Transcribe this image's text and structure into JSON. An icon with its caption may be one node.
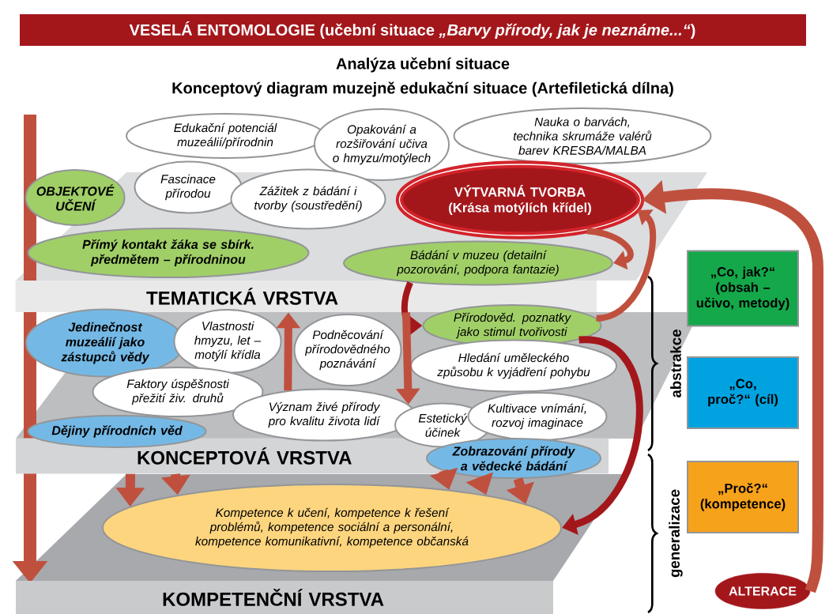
{
  "diagram": {
    "title": "VESELÁ ENTOMOLOGIE (učební situace *„Barvy přírody, jak je neznáme...“*)",
    "nodes": [
      {
        "text": [
          "Edukační potenciál muzeálií/přírodnin"
        ]
      },
      {
        "text": [
          "Opakování a rozšiřování učiva o hmyzu/motýlech"
        ]
      },
      {
        "text": [
          "Nauka o barvách, technika skrumáže valérů barev KRESBA/MALBA"
        ]
      },
      {
        "text": [
          "OBJEKTOVÉ UČENÍ"
        ]
      },
      {
        "text": [
          "Fascinace přírodou"
        ]
      },
      {
        "text": [
          "Zážitek z bádání i tvorby (soustředění)"
        ]
      },
      {
        "text": [
          "VÝTVARNÁ TVORBA (Krása motýlích křídel)"
        ]
      },
      {
        "text": [
          "Přímý kontakt žáka se sbírk. předmětem – přírodninou"
        ]
      },
      {
        "text": [
          "Bádání v muzeu (detailní pozorování, podpora fantazie)"
        ]
      },
      {
        "text": [
          "Přírodověd. poznatky jako stimul tvořivosti"
        ]
      },
      {
        "text": [
          "Jedinečnost muzeálií jako zástupců vědy"
        ]
      },
      {
        "text": [
          "Vlastnosti hmyzu, let – motýlí křídla"
        ]
      },
      {
        "text": [
          "Podněcování přírodovědného poznávání"
        ]
      },
      {
        "text": [
          "Hledání uměleckého způsobu k vyjádření pohybu"
        ]
      },
      {
        "text": [
          "Faktory úspěšnosti přežití živ. druhů"
        ]
      },
      {
        "text": [
          "Význam živé přírody pro kvalitu života lidí"
        ]
      },
      {
        "text": [
          "Estetický účinek"
        ]
      },
      {
        "text": [
          "Kultivace vnímání, rozvoj imaginace"
        ]
      },
      {
        "text": [
          "Dějiny přírodních věd"
        ]
      },
      {
        "text": [
          "Zobrazování přírody a vědecké bádání"
        ]
      },
      {
        "text": [
          "Kompetence k učení, kompetence k řešení problémů, kompetence sociální a personální, kompetence komunikativní, kompetence občanská"
        ]
      },
      {
        "text": [
          "„Co, jak?“ (obsah – učivo, metody)"
        ]
      },
      {
        "text": [
          "„Co, proč?“ (cíl)"
        ]
      },
      {
        "text": [
          "„Proč?“ (kompetence)"
        ]
      },
      {
        "text": [
          "ALTERACE"
        ]
      },
      {
        "text": [
          "TEMATICKÁ VRSTVA"
        ]
      },
      {
        "text": [
          "KONCEPTOVÁ VRSTVA"
        ]
      },
      {
        "text": [
          "KOMPETENČNÍ VRSTVA"
        ]
      }
    ],
    "edges": [
      {
        "from": 24,
        "to": 6,
        "arrow": "to"
      },
      {
        "from": 6,
        "to": 8,
        "arrow": "to"
      },
      {
        "from": 8,
        "to": 9,
        "arrow": "to",
        "color": "#a3171b"
      },
      {
        "from": 9,
        "to": 6,
        "arrow": "to"
      },
      {
        "from": 9,
        "to": 20,
        "arrow": "to",
        "color": "#a3171b"
      },
      {
        "from": 26,
        "to": 20,
        "arrow": "to"
      },
      {
        "from": 26,
        "to": 20,
        "arrow": "to"
      },
      {
        "from": 19,
        "to": 20,
        "arrow": "to"
      },
      {
        "from": 19,
        "to": 20,
        "arrow": "to"
      },
      {
        "from": 19,
        "to": 20,
        "arrow": "to"
      },
      {
        "from": 15,
        "to": 25,
        "arrow": "to"
      },
      {
        "from": 25,
        "to": 15,
        "arrow": "to"
      }
    ],
    "labels": [
      "Analýza učební situace",
      "Konceptový diagram muzejně edukační situace (Artefiletická dílna)",
      "abstrakce",
      "generalizace"
    ]
  }
}
